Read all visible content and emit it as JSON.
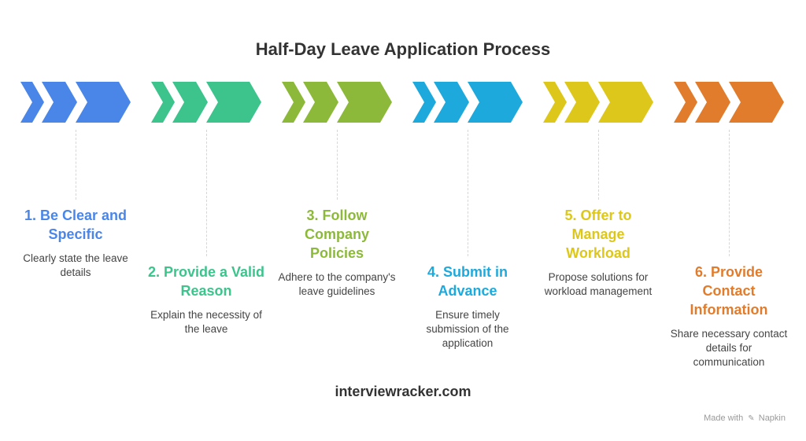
{
  "title": "Half-Day Leave Application Process",
  "steps": [
    {
      "title": "1. Be Clear and Specific",
      "description": "Clearly state the leave details",
      "color": "#4a86e8"
    },
    {
      "title": "2. Provide a Valid Reason",
      "description": "Explain the necessity of the leave",
      "color": "#3cc48c"
    },
    {
      "title": "3. Follow Company Policies",
      "description": "Adhere to the company's leave guidelines",
      "color": "#8db93a"
    },
    {
      "title": "4. Submit in Advance",
      "description": "Ensure timely submission of the application",
      "color": "#1ea9dc"
    },
    {
      "title": "5. Offer to Manage Workload",
      "description": "Propose solutions for workload management",
      "color": "#dcc71a"
    },
    {
      "title": "6. Provide Contact Information",
      "description": "Share necessary contact details for communication",
      "color": "#e07c2c"
    }
  ],
  "footer": "interviewracker.com",
  "credit": {
    "prefix": "Made with",
    "brand": "Napkin",
    "icon": "napkin-icon"
  }
}
